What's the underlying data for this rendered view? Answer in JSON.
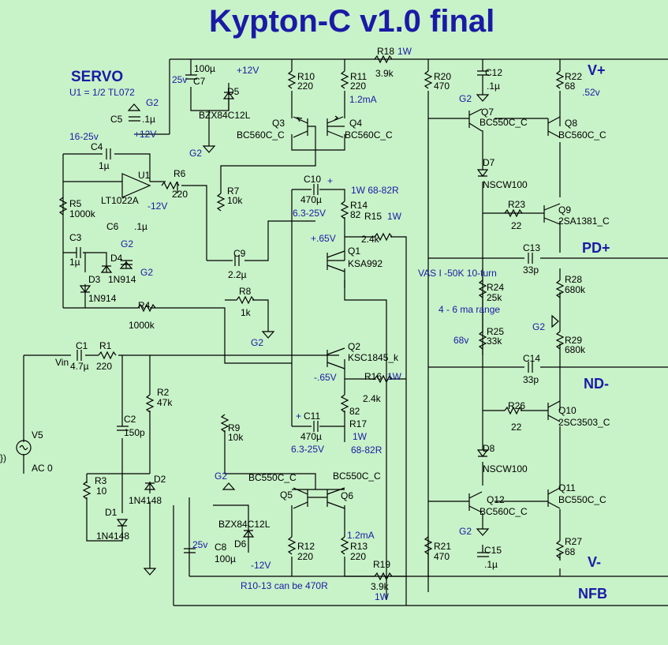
{
  "title": "Kypton-C v1.0 final",
  "servo": {
    "heading": "SERVO",
    "note": "U1 = 1/2 TL072"
  },
  "nets": {
    "vplus": "V+",
    "vminus": "V-",
    "pdplus": "PD+",
    "ndminus": "ND-",
    "nfb": "NFB",
    "vin": "Vin",
    "g2": "G2",
    "p12": "+12V",
    "m12": "-12V"
  },
  "notes": {
    "r1013": "R10-13 can be 470R",
    "vas": "VAS I -50K 10-turn",
    "range": "4 - 6 ma range",
    "v68": "68v",
    "v065p": "+.65V",
    "v065m": "-.65V",
    "v52": ".52v",
    "cur1": "1.2mA",
    "cur2": "1.2mA",
    "v1625": "16-25v",
    "v25a": "25v",
    "v25b": "25v",
    "w68a": "1W  68-82R",
    "w1": "1W",
    "w68b": "68-82R",
    "ac": "AC 0",
    "paren": "})"
  },
  "comp": {
    "R18": "R18",
    "R18w": "1W",
    "R18v": "3.9k",
    "C7": "C7",
    "C7v": "100µ",
    "D5": "D5",
    "D5v": "BZX84C12L",
    "R10": "R10",
    "R10v": "220",
    "R11": "R11",
    "R11v": "220",
    "R20": "R20",
    "R20v": "470",
    "C12": "C12",
    "C12v": ".1µ",
    "R22": "R22",
    "R22v": "68",
    "C5": "C5",
    "C5v": ".1µ",
    "C4": "C4",
    "C4v": "1µ",
    "Q3": "Q3",
    "Q3v": "BC560C_C",
    "Q4": "Q4",
    "Q4v": "BC560C_C",
    "Q7": "Q7",
    "Q7v": "BC550C_C",
    "Q8": "Q8",
    "Q8v": "BC560C_C",
    "U1": "U1",
    "U1v": "LT1022A",
    "R6": "R6",
    "R6v": "220",
    "R5": "R5",
    "R5v": "1000k",
    "R7": "R7",
    "R7v": "10k",
    "C10": "C10",
    "C10v": "470µ",
    "C10r": "6.3-25V",
    "R14": "R14",
    "R14v": "82",
    "R15": "R15",
    "R15w": "1W",
    "R15v": "2.4k",
    "D7": "D7",
    "D7v": "NSCW100",
    "R23": "R23",
    "R23v": "22",
    "Q9": "Q9",
    "Q9v": "2SA1381_C",
    "C3": "C3",
    "C3v": "1µ",
    "C6": "C6",
    "C6v": ".1µ",
    "D4": "D4",
    "D3": "D3",
    "D3v": "1N914",
    "D4v": "1N914",
    "C9": "C9",
    "C9v": "2.2µ",
    "Q1": "Q1",
    "Q1v": "KSA992",
    "C13": "C13",
    "C13v": "33p",
    "R24": "R24",
    "R24v": "25k",
    "R28": "R28",
    "R28v": "680k",
    "R8": "R8",
    "R8v": "1k",
    "R4": "R4",
    "R4v": "1000k",
    "R25": "R25",
    "R25v": "33k",
    "R29": "R29",
    "R29v": "680k",
    "C1": "C1",
    "C1v": "4.7µ",
    "R1": "R1",
    "R1v": "220",
    "Q2": "Q2",
    "Q2v": "KSC1845_k",
    "R16": "R16",
    "R16w": "1W",
    "R16v": "2.4k",
    "C14": "C14",
    "C14v": "33p",
    "R2": "R2",
    "R2v": "47k",
    "R17v": "82",
    "R17": "R17",
    "R26": "R26",
    "R26v": "22",
    "Q10": "Q10",
    "Q10v": "2SC3503_C",
    "C2": "C2",
    "C2v": "150p",
    "C11": "C11",
    "C11v": "470µ",
    "C11r": "6.3-25V",
    "R9": "R9",
    "R9v": "10k",
    "D8": "D8",
    "D8v": "NSCW100",
    "V5": "V5",
    "R3": "R3",
    "R3v": "10",
    "D2": "D2",
    "D2v": "1N4148",
    "D1": "D1",
    "D1v": "1N4148",
    "Q5": "Q5",
    "Q5v": "BC550C_C",
    "Q6": "Q6",
    "Q6v": "BC550C_C",
    "Q11": "Q11",
    "Q11v": "BC550C_C",
    "Q12": "Q12",
    "Q12v": "BC560C_C",
    "D6": "D6",
    "D6v": "BZX84C12L",
    "C8": "C8",
    "C8v": "100µ",
    "R12": "R12",
    "R12v": "220",
    "R13": "R13",
    "R13v": "220",
    "R21": "R21",
    "R21v": "470",
    "C15": "C15",
    "C15v": ".1µ",
    "R27": "R27",
    "R27v": "68",
    "R19": "R19",
    "R19v": "3.9k",
    "R19w": "1W"
  }
}
